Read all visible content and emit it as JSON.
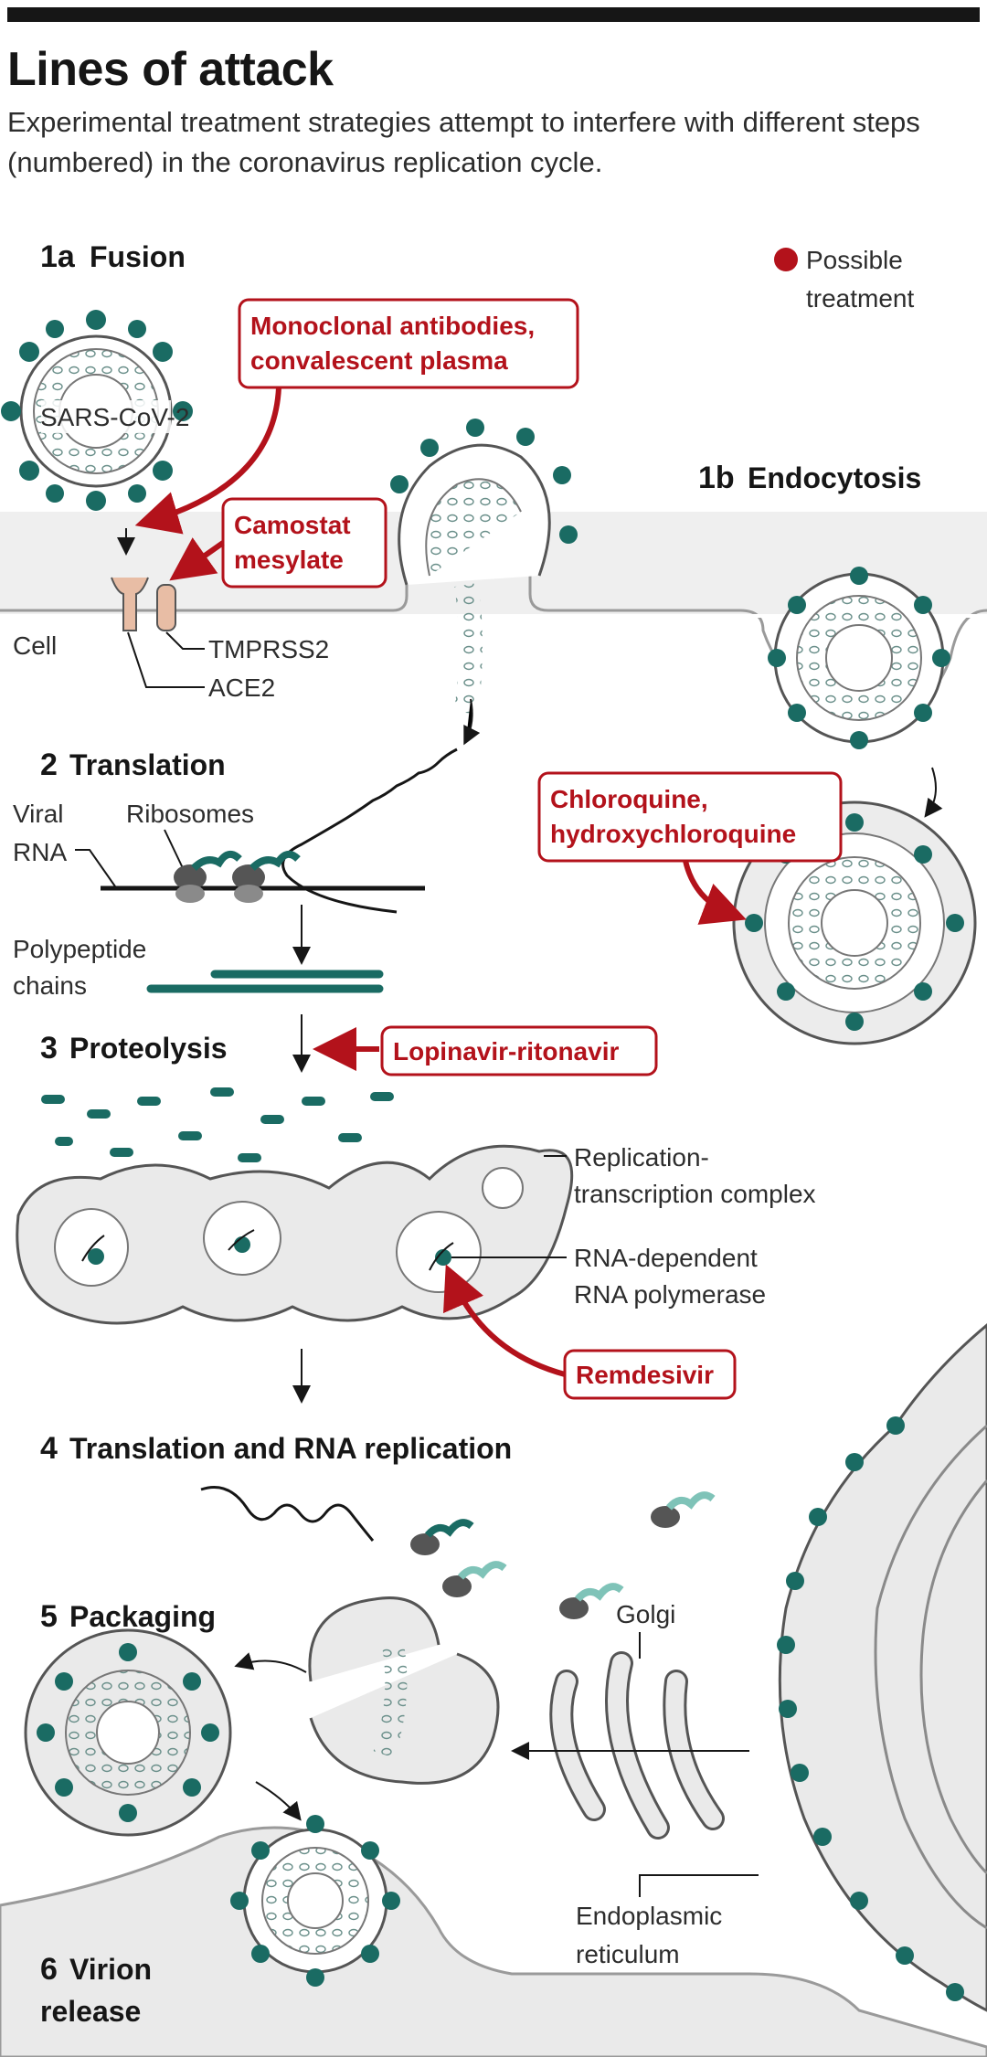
{
  "header": {
    "title": "Lines of attack",
    "subtitle": "Experimental treatment strategies attempt to interfere with different steps (numbered) in the coronavirus replication cycle."
  },
  "legend": {
    "line1": "Possible",
    "line2": "treatment",
    "color": "#b3121b"
  },
  "steps": {
    "fusion_num": "1a",
    "fusion": "Fusion",
    "endo_num": "1b",
    "endo": "Endocytosis",
    "translation_num": "2",
    "translation": "Translation",
    "proteolysis_num": "3",
    "proteolysis": "Proteolysis",
    "replication_num": "4",
    "replication": "Translation and RNA replication",
    "packaging_num": "5",
    "packaging": "Packaging",
    "release_num": "6",
    "release_1": "Virion",
    "release_2": "release"
  },
  "labels": {
    "virus": "SARS-CoV-2",
    "cell": "Cell",
    "tmprss2": "TMPRSS2",
    "ace2": "ACE2",
    "viral_rna_1": "Viral",
    "viral_rna_2": "RNA",
    "ribosomes": "Ribosomes",
    "polypeptide_1": "Polypeptide",
    "polypeptide_2": "chains",
    "rtc_1": "Replication-",
    "rtc_2": "transcription complex",
    "rdrp_1": "RNA-dependent",
    "rdrp_2": "RNA polymerase",
    "golgi": "Golgi",
    "er_1": "Endoplasmic",
    "er_2": "reticulum"
  },
  "treatments": {
    "antibodies_1": "Monoclonal antibodies,",
    "antibodies_2": "convalescent plasma",
    "camostat_1": "Camostat",
    "camostat_2": "mesylate",
    "chloroquine_1": "Chloroquine,",
    "chloroquine_2": "hydroxychloroquine",
    "lopinavir": "Lopinavir-ritonavir",
    "remdesivir": "Remdesivir"
  },
  "colors": {
    "treatment_red": "#b3121b",
    "spike_teal": "#1a6b63",
    "light_teal": "#7fc3b8",
    "membrane_gray": "#e3e3e3",
    "ink": "#161616"
  }
}
